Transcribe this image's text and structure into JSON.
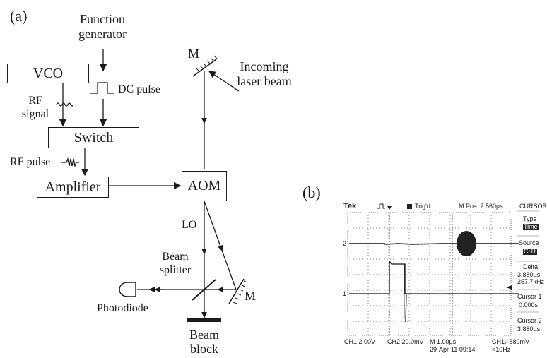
{
  "panel_a": {
    "label": "(a)",
    "function_generator": [
      "Function",
      "generator"
    ],
    "vco": "VCO",
    "rf_signal": [
      "RF",
      "signal"
    ],
    "dc_pulse": "DC pulse",
    "switch": "Switch",
    "rf_pulse": "RF pulse",
    "amplifier": "Amplifier",
    "aom": "AOM",
    "mirror_top": "M",
    "incoming": [
      "Incoming",
      "laser beam"
    ],
    "lo": "LO",
    "beam_splitter": [
      "Beam",
      "splitter"
    ],
    "photodiode": "Photodiode",
    "mirror_bottom": "M",
    "beam_block": [
      "Beam",
      "block"
    ]
  },
  "panel_b": {
    "label": "(b)",
    "scope": {
      "brand": "Tek",
      "trig_status": "Trig'd",
      "m_pos": "M Pos: 2.560µs",
      "menu_title": "CURSOR",
      "type_label": "Type",
      "type_value": "Time",
      "source_label": "Source",
      "source_value": "CH1",
      "delta_label": "Delta",
      "delta_time": "3.880µs",
      "delta_freq": "257.7kHz",
      "cursor1_label": "Cursor 1",
      "cursor1_value": "0.000s",
      "cursor2_label": "Cursor 2",
      "cursor2_value": "3.880µs",
      "ch1_marker": "1",
      "ch2_marker": "2",
      "ch1_scale": "CH1  2.00V",
      "ch2_scale": "CH2  20.0mV",
      "timebase": "M 1.00µs",
      "date": "29-Apr-11 09:14",
      "trigger": "CH1 ∕ 880mV",
      "freq": "<10Hz"
    }
  },
  "icons": {
    "photodiode": "photodiode-icon",
    "mirror": "mirror-icon",
    "beam_splitter": "beam-splitter-icon",
    "beam_block": "beam-block-icon"
  }
}
